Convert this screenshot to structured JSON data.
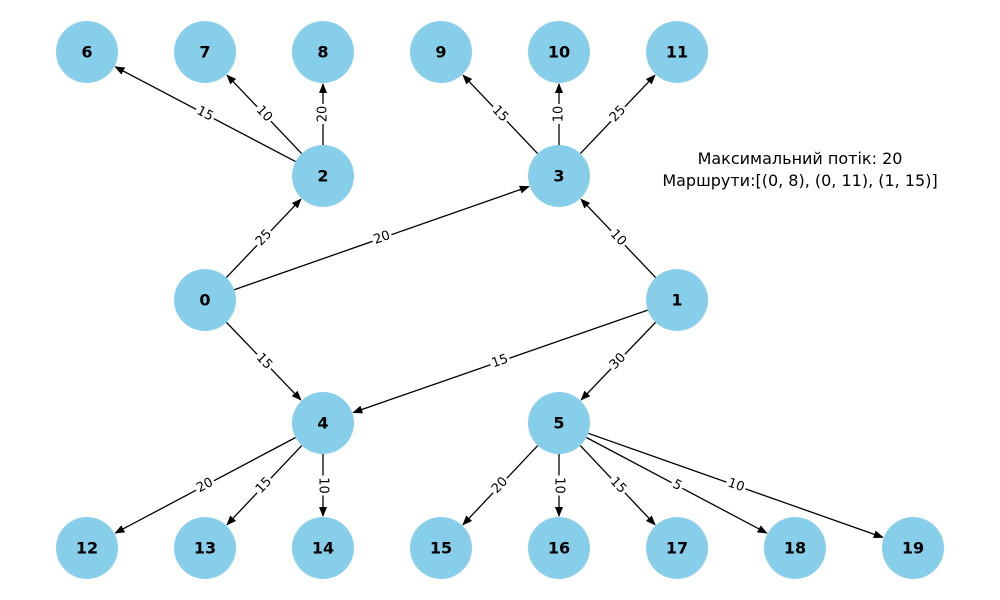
{
  "graph": {
    "node_color": "#87ceeb",
    "nodes": [
      "0",
      "1",
      "2",
      "3",
      "4",
      "5",
      "6",
      "7",
      "8",
      "9",
      "10",
      "11",
      "12",
      "13",
      "14",
      "15",
      "16",
      "17",
      "18",
      "19"
    ],
    "edges": [
      {
        "from": "0",
        "to": "2",
        "capacity": "25"
      },
      {
        "from": "0",
        "to": "3",
        "capacity": "20"
      },
      {
        "from": "0",
        "to": "4",
        "capacity": "15"
      },
      {
        "from": "1",
        "to": "3",
        "capacity": "10"
      },
      {
        "from": "1",
        "to": "4",
        "capacity": "15"
      },
      {
        "from": "1",
        "to": "5",
        "capacity": "30"
      },
      {
        "from": "2",
        "to": "6",
        "capacity": "15"
      },
      {
        "from": "2",
        "to": "7",
        "capacity": "10"
      },
      {
        "from": "2",
        "to": "8",
        "capacity": "20"
      },
      {
        "from": "3",
        "to": "9",
        "capacity": "15"
      },
      {
        "from": "3",
        "to": "10",
        "capacity": "10"
      },
      {
        "from": "3",
        "to": "11",
        "capacity": "25"
      },
      {
        "from": "4",
        "to": "12",
        "capacity": "20"
      },
      {
        "from": "4",
        "to": "13",
        "capacity": "15"
      },
      {
        "from": "4",
        "to": "14",
        "capacity": "10"
      },
      {
        "from": "5",
        "to": "15",
        "capacity": "20"
      },
      {
        "from": "5",
        "to": "16",
        "capacity": "10"
      },
      {
        "from": "5",
        "to": "17",
        "capacity": "15"
      },
      {
        "from": "5",
        "to": "18",
        "capacity": "5"
      },
      {
        "from": "5",
        "to": "19",
        "capacity": "10"
      }
    ]
  },
  "info": {
    "max_flow": "Максимальний потік: 20",
    "routes": "Маршрути:[(0, 8), (0, 11), (1, 15)]"
  }
}
